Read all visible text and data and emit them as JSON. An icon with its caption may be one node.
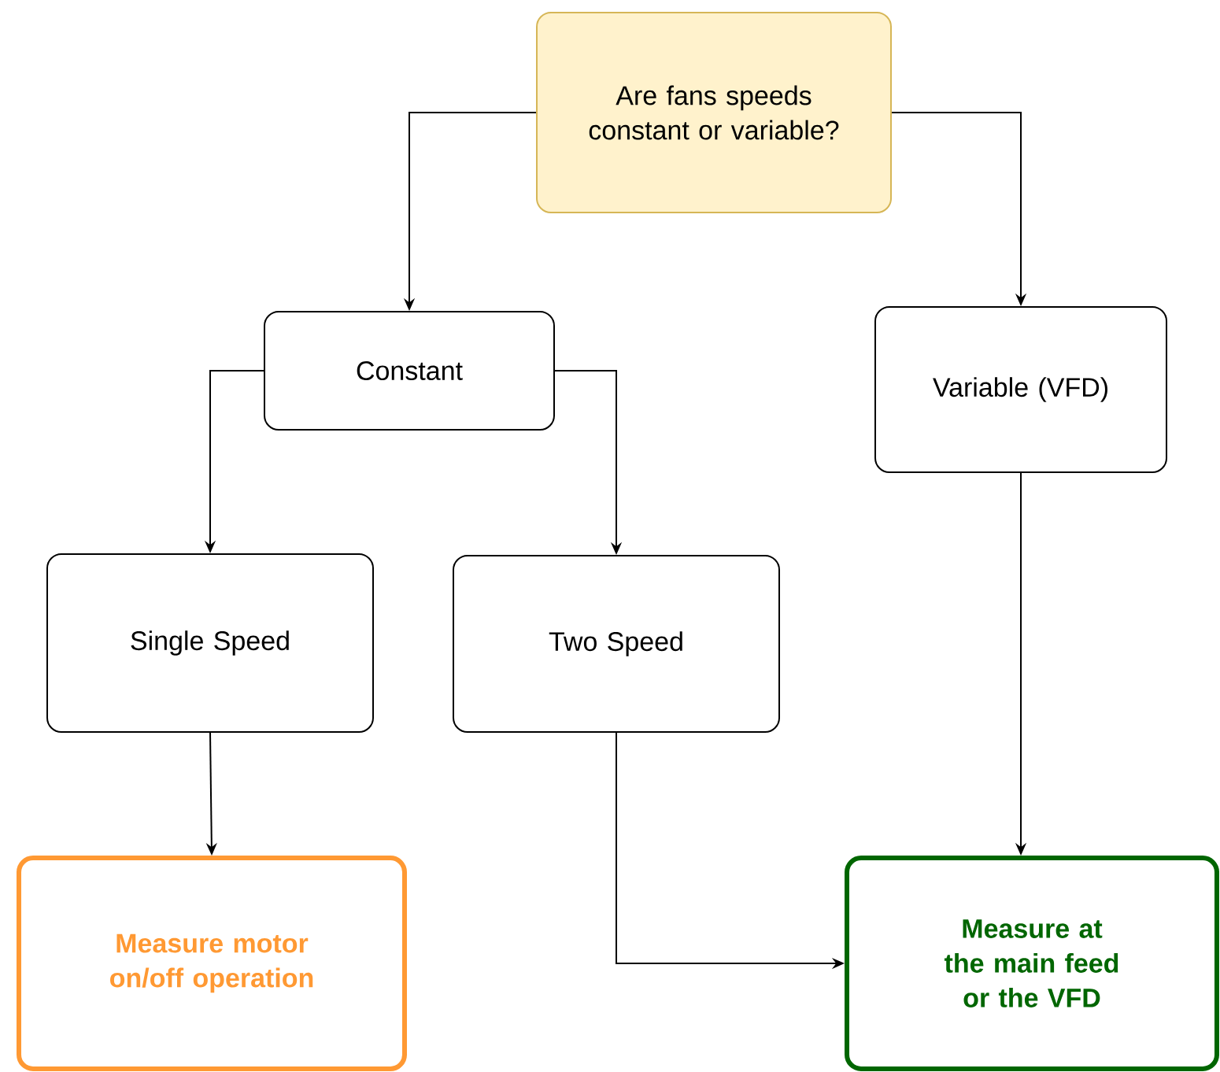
{
  "diagram": {
    "nodes": [
      {
        "text": [
          "Are fans speeds constant or variable?"
        ]
      },
      {
        "text": [
          "Constant"
        ]
      },
      {
        "text": [
          "Variable (VFD)"
        ]
      },
      {
        "text": [
          "Single Speed"
        ]
      },
      {
        "text": [
          "Two Speed"
        ]
      },
      {
        "text": [
          "Measure motor on/off operation"
        ]
      },
      {
        "text": [
          "Measure at the main feed or the VFD"
        ]
      }
    ],
    "edges": [
      {
        "from": 0,
        "to": 1,
        "arrow": "to"
      },
      {
        "from": 0,
        "to": 2,
        "arrow": "to"
      },
      {
        "from": 1,
        "to": 3,
        "arrow": "to"
      },
      {
        "from": 1,
        "to": 4,
        "arrow": "to"
      },
      {
        "from": 3,
        "to": 5,
        "arrow": "to"
      },
      {
        "from": 4,
        "to": 6,
        "arrow": "to"
      },
      {
        "from": 2,
        "to": 6,
        "arrow": "to"
      }
    ]
  }
}
